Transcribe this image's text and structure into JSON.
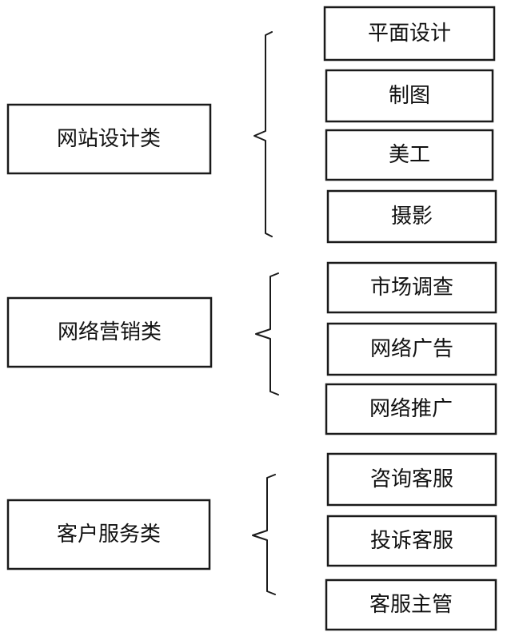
{
  "groups": [
    {
      "category": "网站设计类",
      "items": [
        "平面设计",
        "制图",
        "美工",
        "摄影"
      ]
    },
    {
      "category": "网络营销类",
      "items": [
        "市场调查",
        "网络广告",
        "网络推广"
      ]
    },
    {
      "category": "客户服务类",
      "items": [
        "咨询客服",
        "投诉客服",
        "客服主管"
      ]
    }
  ]
}
